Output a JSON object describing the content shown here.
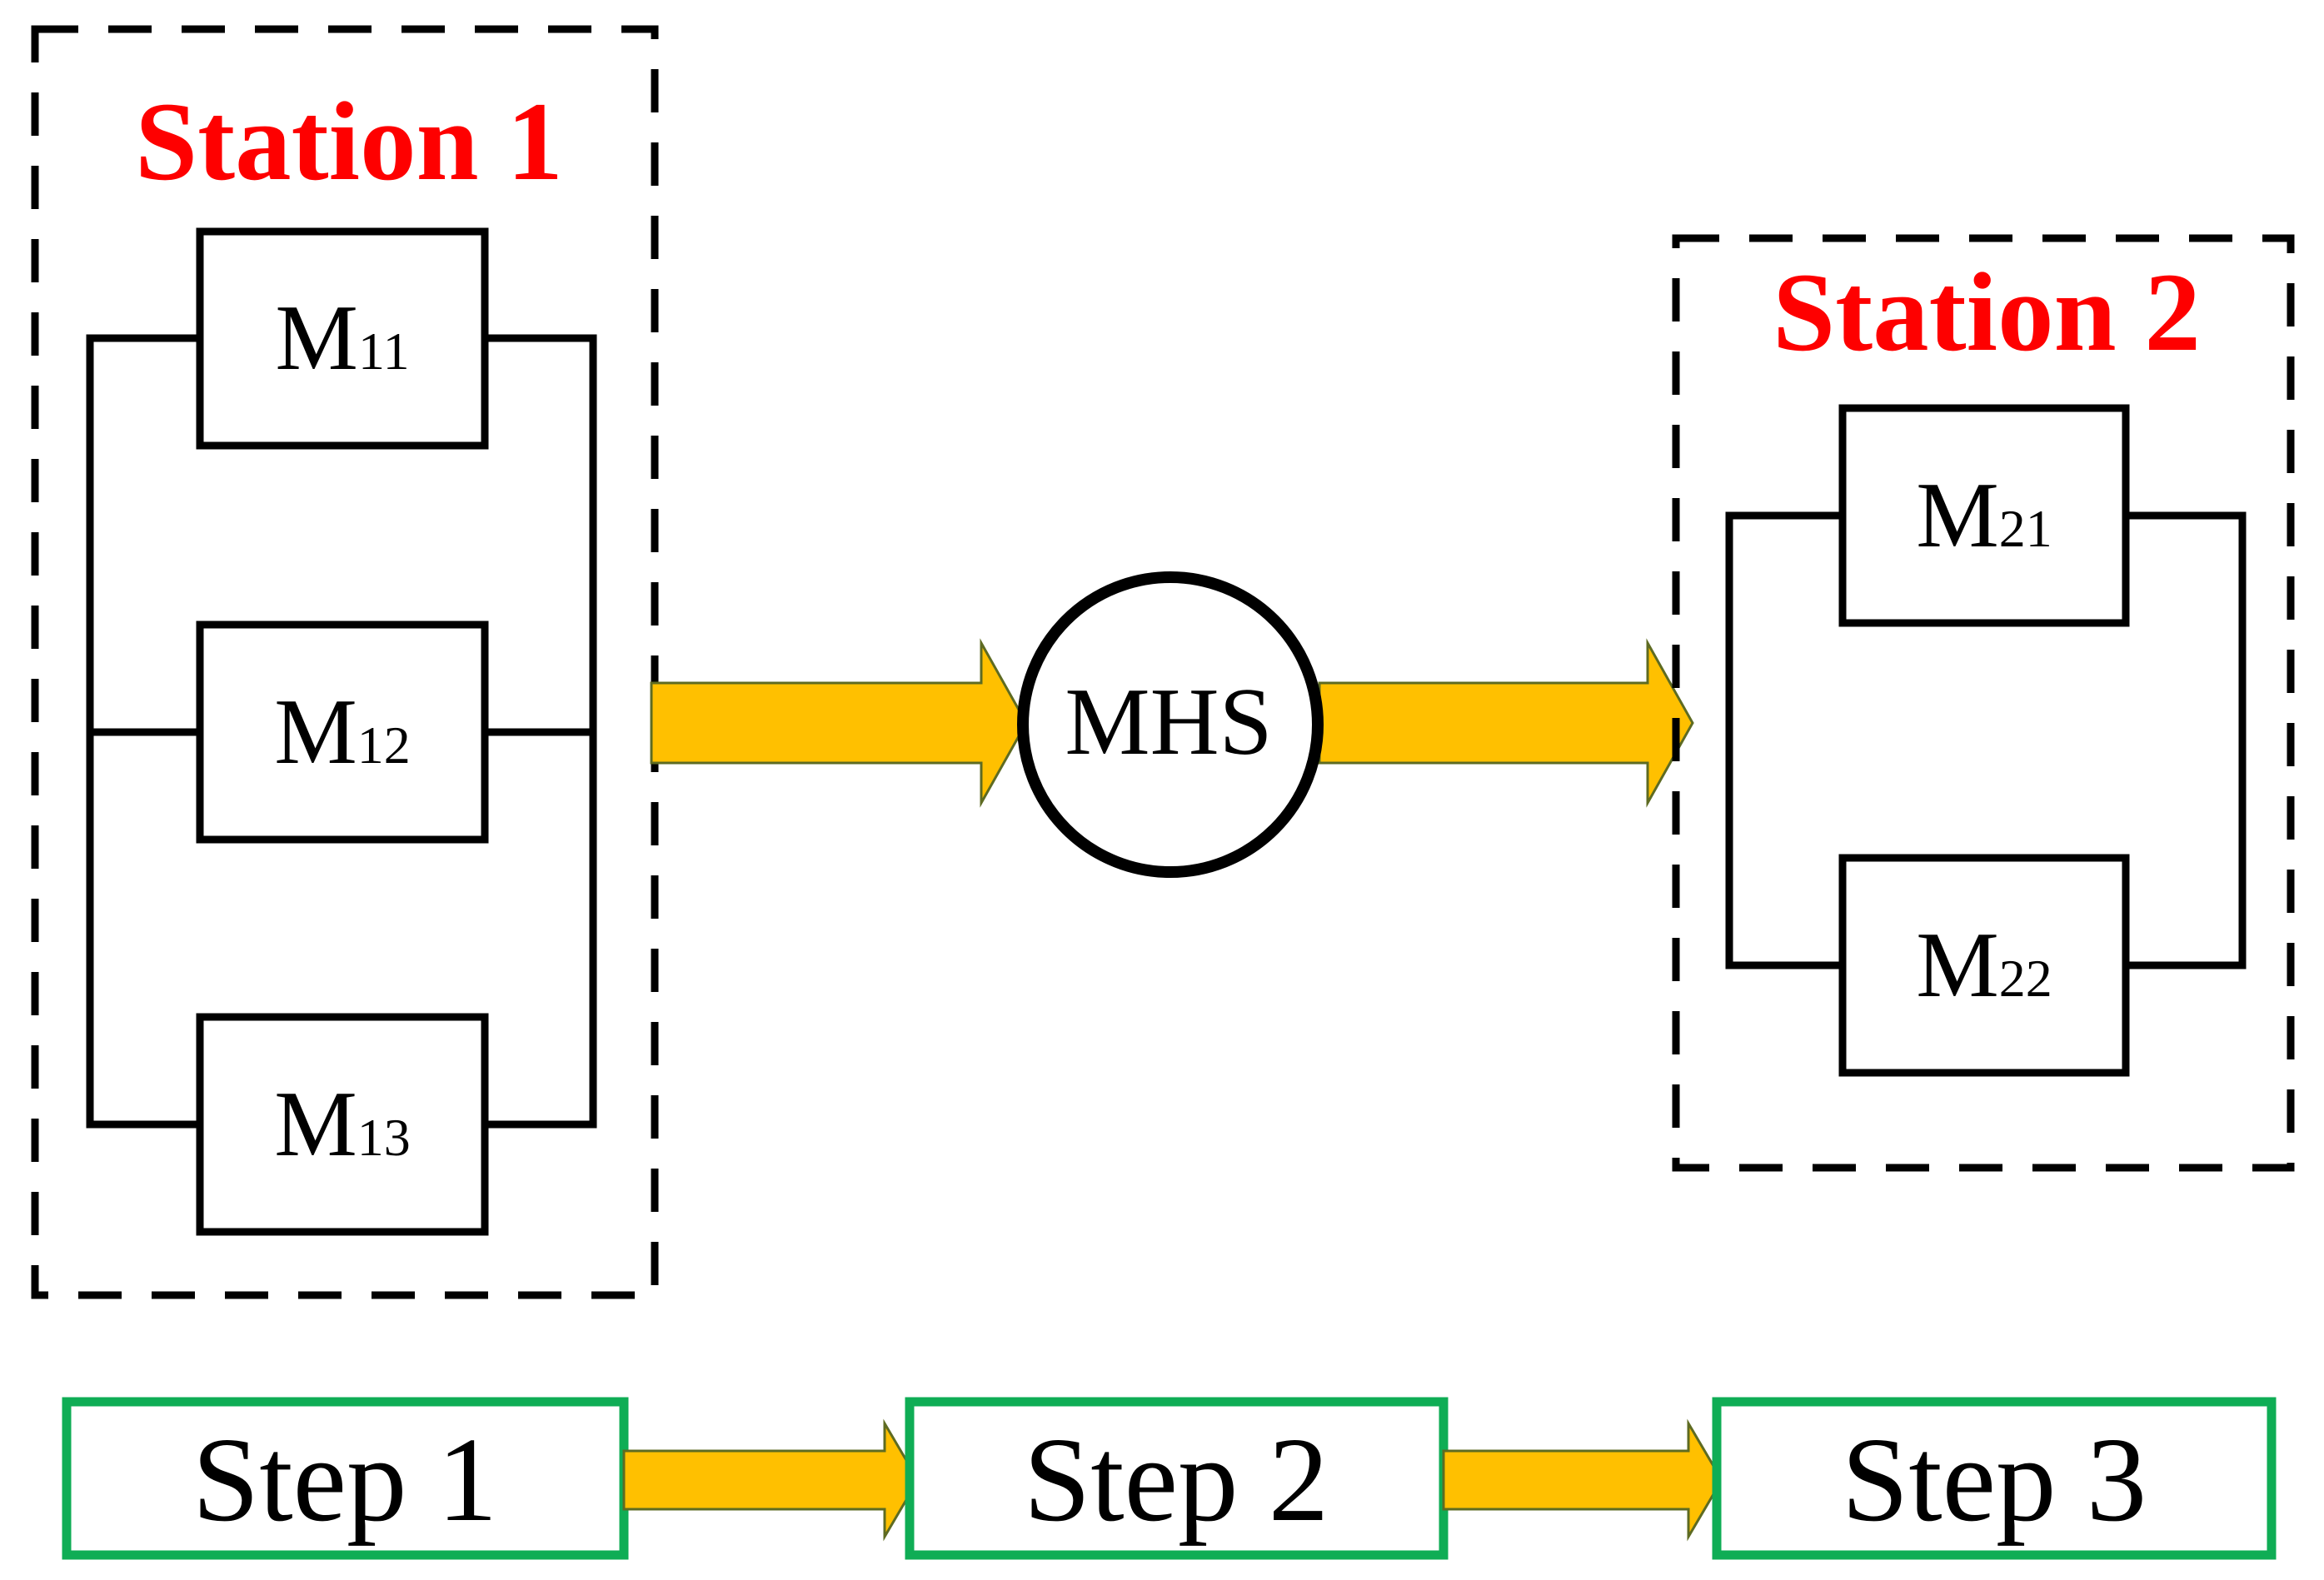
{
  "colors": {
    "red": "#FE0000",
    "yellow": "#FFC000",
    "arrow_outline": "#5E6B22",
    "green": "#0FAD55",
    "black": "#000000"
  },
  "station1": {
    "label": "Station 1",
    "machines": [
      {
        "label": "M",
        "sub": "11"
      },
      {
        "label": "M",
        "sub": "12"
      },
      {
        "label": "M",
        "sub": "13"
      }
    ]
  },
  "mhs": {
    "label": "MHS"
  },
  "station2": {
    "label": "Station 2",
    "machines": [
      {
        "label": "M",
        "sub": "21"
      },
      {
        "label": "M",
        "sub": "22"
      }
    ]
  },
  "steps": [
    {
      "label": "Step 1"
    },
    {
      "label": "Step 2"
    },
    {
      "label": "Step 3"
    }
  ]
}
